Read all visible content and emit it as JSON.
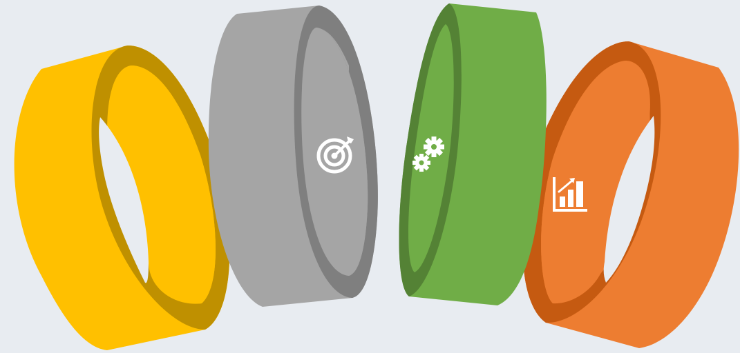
{
  "diagram": {
    "background_color": "#E8ECF1",
    "rings": [
      {
        "id": "yellow",
        "icon": "",
        "colors": {
          "outer": "#FFC000",
          "rim": "#BF9000",
          "inner": "#FFC000",
          "icon": "#FFFFFF"
        }
      },
      {
        "id": "gray",
        "icon": "target-arrow-icon",
        "colors": {
          "outer": "#A5A5A5",
          "rim": "#7F7F7F",
          "inner": "#A5A5A5",
          "icon": "#FFFFFF"
        }
      },
      {
        "id": "green",
        "icon": "gears-icon",
        "colors": {
          "outer": "#70AD47",
          "rim": "#548235",
          "inner": "#70AD47",
          "icon": "#FFFFFF"
        }
      },
      {
        "id": "orange",
        "icon": "growth-chart-icon",
        "colors": {
          "outer": "#ED7D31",
          "rim": "#C55A11",
          "inner": "#ED7D31",
          "icon": "#FFFFFF"
        }
      }
    ]
  }
}
